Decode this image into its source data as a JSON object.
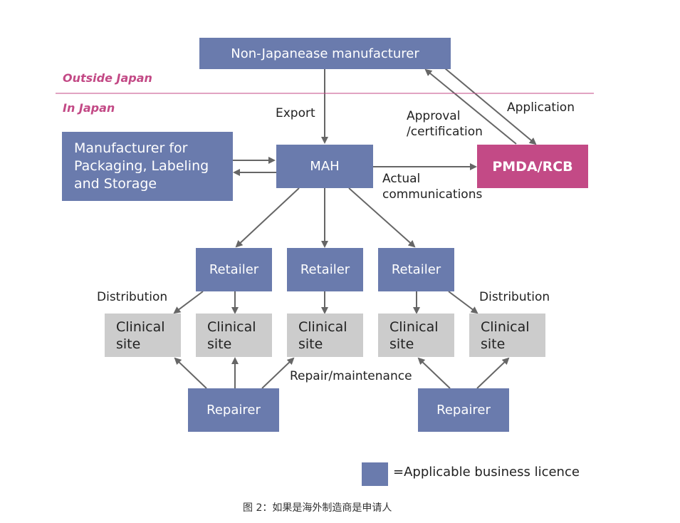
{
  "zones": {
    "outside": "Outside Japan",
    "inside": "In Japan"
  },
  "nodes": {
    "non_japanese_manufacturer": "Non-Japanease manufacturer",
    "manufacturer_pls": [
      "Manufacturer for",
      "Packaging, Labeling",
      "and Storage"
    ],
    "mah": "MAH",
    "pmda": "PMDA/RCB",
    "retailers": [
      "Retailer",
      "Retailer",
      "Retailer"
    ],
    "clinical_sites": [
      [
        "Clinical",
        "site"
      ],
      [
        "Clinical",
        "site"
      ],
      [
        "Clinical",
        "site"
      ],
      [
        "Clinical",
        "site"
      ],
      [
        "Clinical",
        "site"
      ]
    ],
    "repairers": [
      "Repairer",
      "Repairer"
    ]
  },
  "edge_labels": {
    "export": "Export",
    "approval": [
      "Approval",
      "/certification"
    ],
    "application": "Application",
    "actual": [
      "Actual",
      "communications"
    ],
    "distribution_left": "Distribution",
    "distribution_right": "Distribution",
    "repair": "Repair/maintenance"
  },
  "legend": {
    "label": "=Applicable business licence",
    "color": "#6a7bad"
  },
  "caption": "图 2：如果是海外制造商是申请人",
  "colors": {
    "licensed_box": "#6a7bad",
    "regulator_box": "#c34a86",
    "site_box": "#cccccc",
    "zone_text": "#c34a86",
    "arrow": "#666666"
  }
}
